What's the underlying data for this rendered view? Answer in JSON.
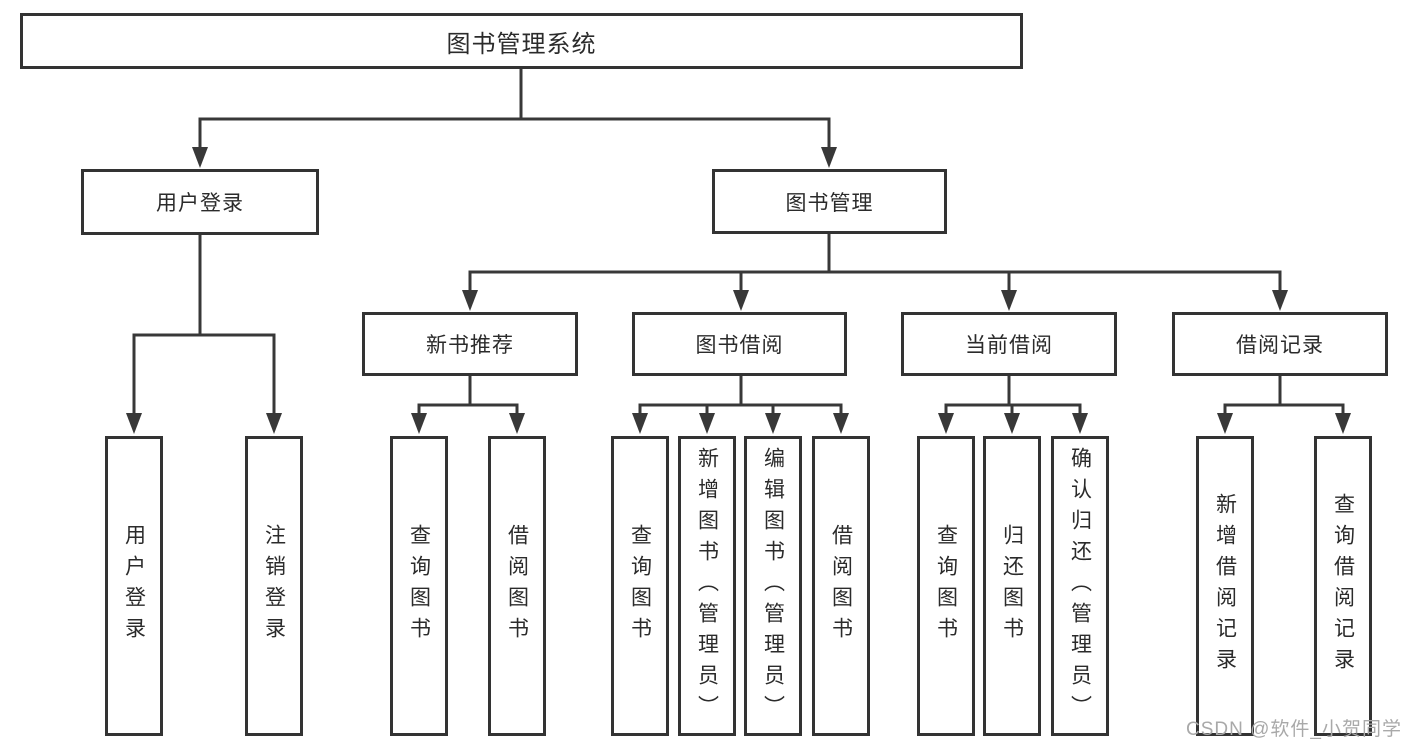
{
  "root": {
    "label": "图书管理系统"
  },
  "level2": [
    {
      "label": "用户登录"
    },
    {
      "label": "图书管理"
    }
  ],
  "level3": [
    {
      "label": "新书推荐"
    },
    {
      "label": "图书借阅"
    },
    {
      "label": "当前借阅"
    },
    {
      "label": "借阅记录"
    }
  ],
  "leaves": {
    "user_login": [
      {
        "label": "用户登录"
      },
      {
        "label": "注销登录"
      }
    ],
    "new_books": [
      {
        "label": "查询图书"
      },
      {
        "label": "借阅图书"
      }
    ],
    "book_borrow": [
      {
        "label": "查询图书"
      },
      {
        "label": "新增图书（管理员）"
      },
      {
        "label": "编辑图书（管理员）"
      },
      {
        "label": "借阅图书"
      }
    ],
    "current_borrow": [
      {
        "label": "查询图书"
      },
      {
        "label": "归还图书"
      },
      {
        "label": "确认归还（管理员）"
      }
    ],
    "borrow_records": [
      {
        "label": "新增借阅记录"
      },
      {
        "label": "查询借阅记录"
      }
    ]
  },
  "watermark": "CSDN @软件_小贺同学",
  "colors": {
    "line": "#383838",
    "text": "#2b2b2b",
    "background": "#ffffff",
    "watermark": "#a9a9a9"
  }
}
